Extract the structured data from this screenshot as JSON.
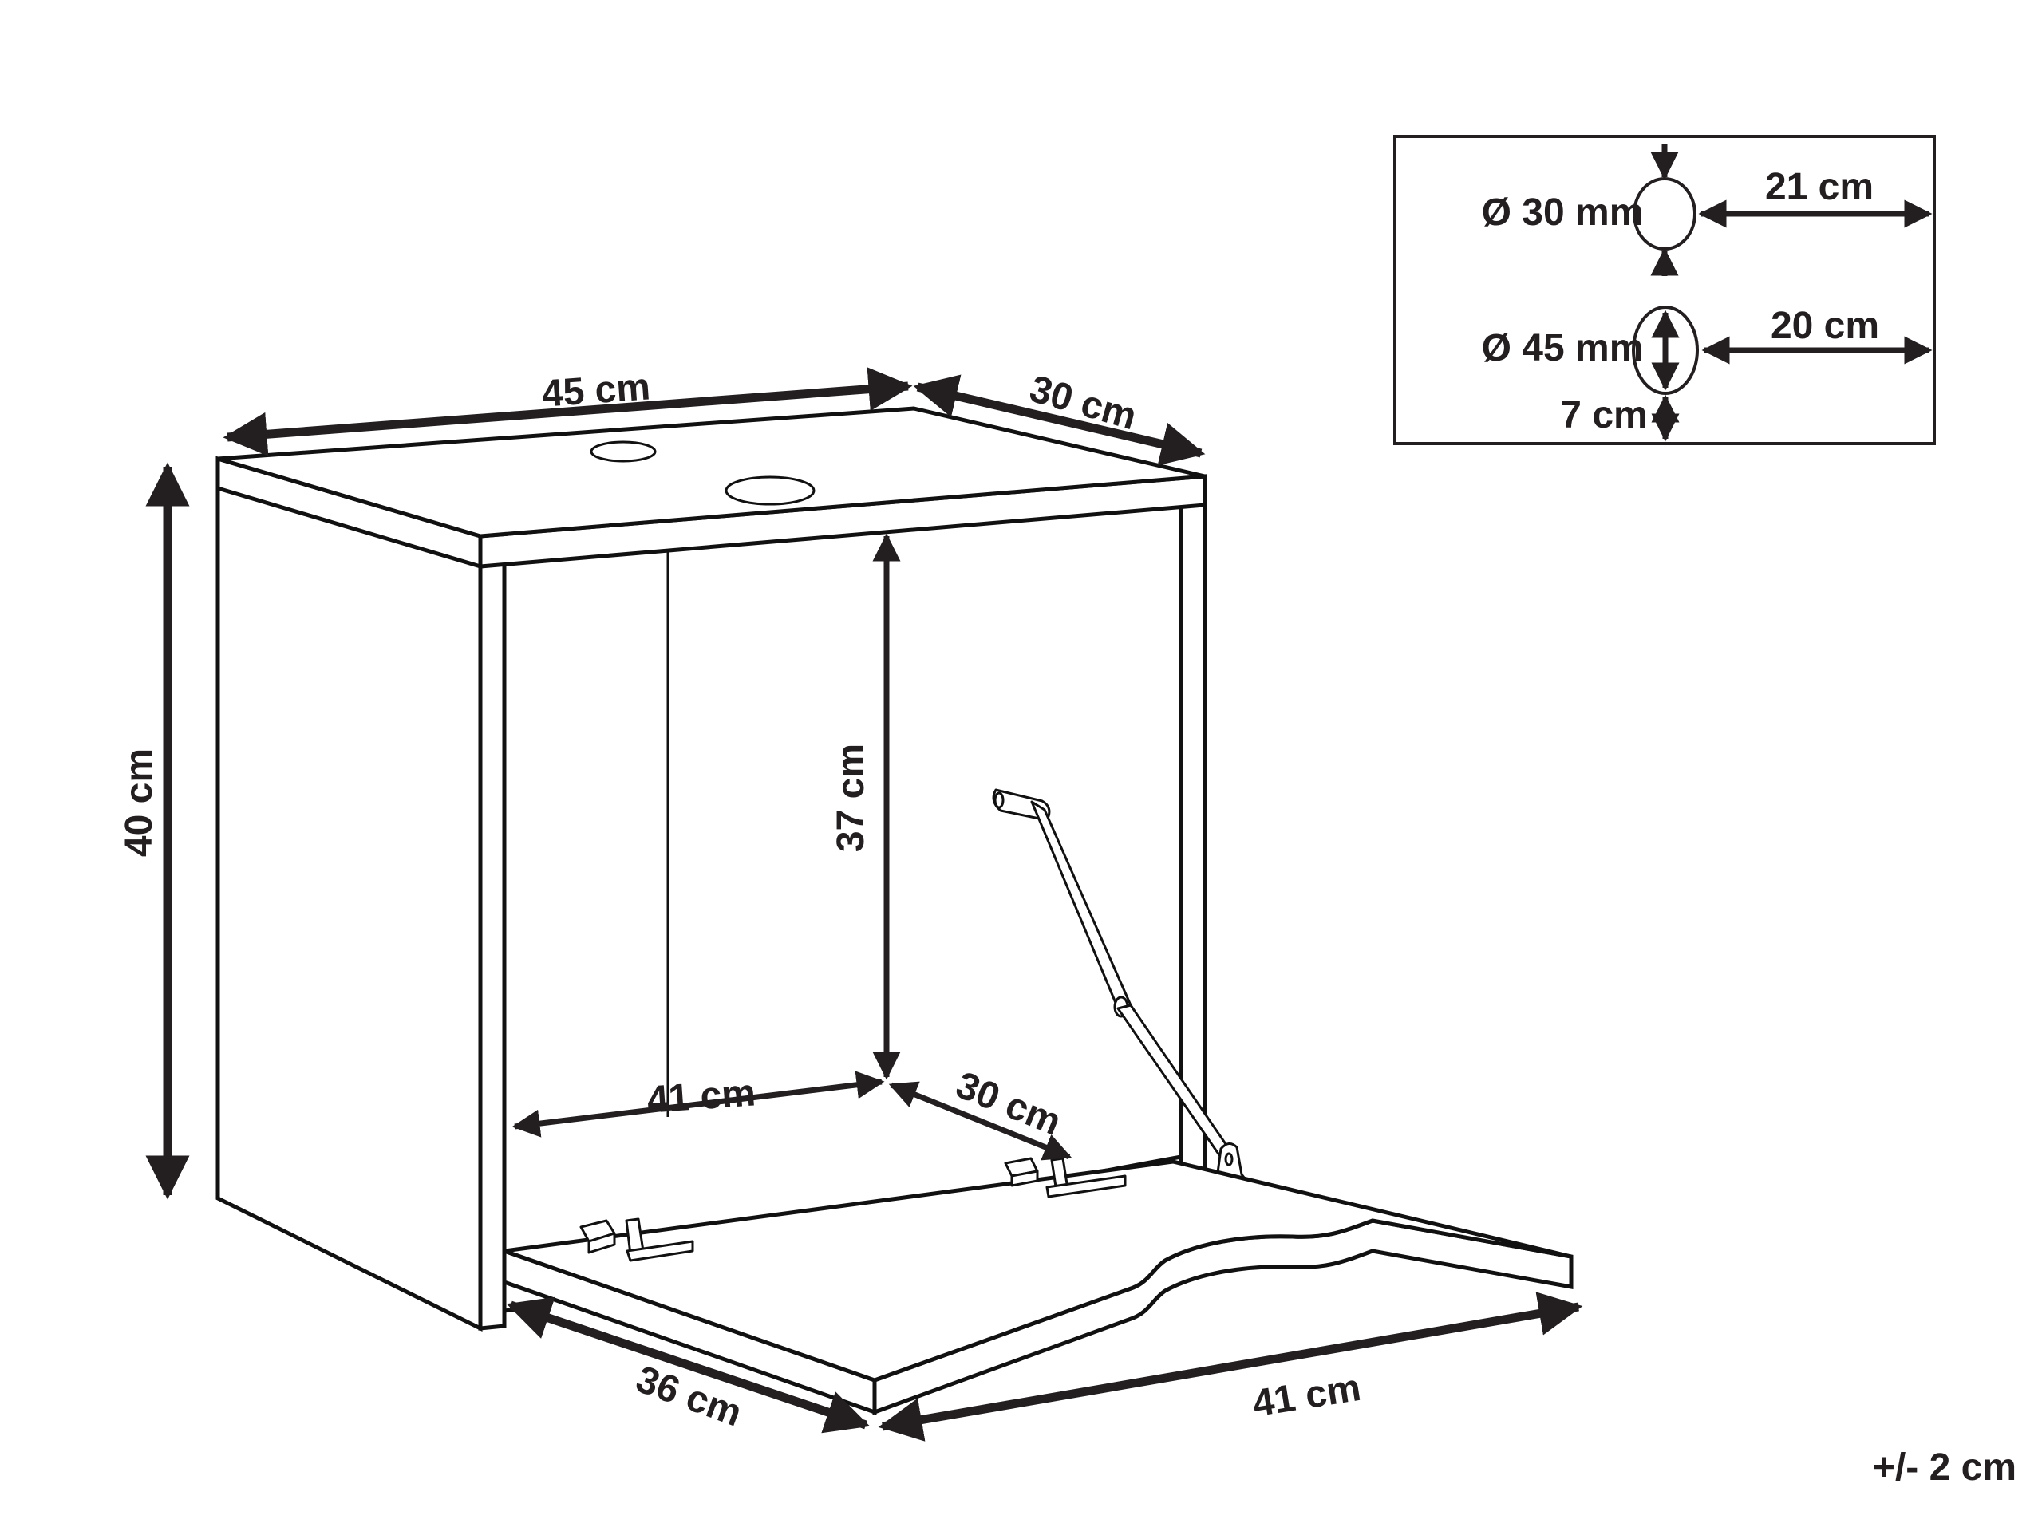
{
  "diagram": {
    "subject": "wall-mounted cabinet with drop-down door",
    "colors": {
      "line": "#111111",
      "dimension": "#231f20",
      "background": "#ffffff"
    },
    "dimensions": {
      "top_width": "45 cm",
      "top_depth": "30 cm",
      "height": "40 cm",
      "inner_height": "37 cm",
      "inner_width": "41 cm",
      "inner_depth": "30 cm",
      "door_depth": "36 cm",
      "door_width": "41 cm"
    },
    "inset": {
      "hole_small_diameter": "Ø 30 mm",
      "hole_small_offset": "21 cm",
      "hole_large_diameter": "Ø 45 mm",
      "hole_large_offset": "20 cm",
      "hole_large_bottom": "7 cm"
    },
    "tolerance": "+/- 2 cm"
  }
}
